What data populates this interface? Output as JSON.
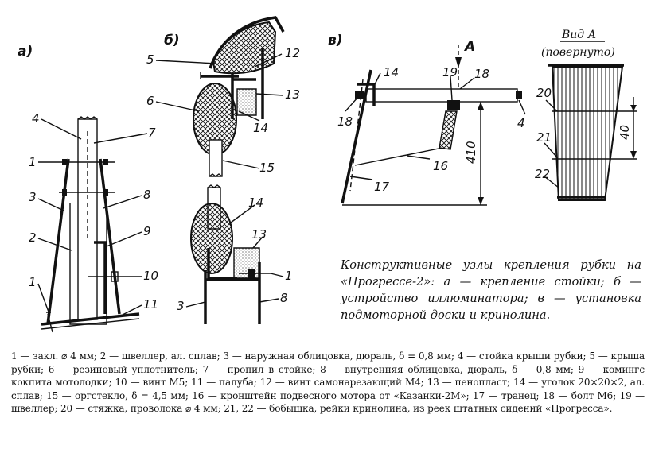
{
  "panels": {
    "a": "а)",
    "b": "б)",
    "v": "в)"
  },
  "view_a": {
    "title": "Вид А",
    "subtitle": "(повернуто)",
    "arrow_label": "А"
  },
  "labels_a": [
    "4",
    "7",
    "1",
    "3",
    "8",
    "2",
    "9",
    "10",
    "1",
    "11"
  ],
  "labels_b": [
    "5",
    "12",
    "6",
    "13",
    "14",
    "15",
    "14",
    "13",
    "1",
    "3",
    "8"
  ],
  "labels_v": [
    "14",
    "19",
    "18",
    "18",
    "4",
    "17",
    "16",
    "410"
  ],
  "labels_view_a": [
    "20",
    "21",
    "22",
    "40"
  ],
  "caption": "Конструктивные узлы крепления рубки на «Прогрессе-2»: а — крепление стойки; б — устройство иллюминатора; в — установка подмоторной доски и кринолина.",
  "legend": "1 — закл. ⌀ 4 мм; 2 — швеллер, ал. сплав; 3 — наружная облицовка, дюраль, δ = 0,8 мм; 4 — стойка крыши рубки; 5 — крыша рубки; 6 — резиновый уплотнитель; 7 — пропил в стойке; 8 — внутренняя облицовка, дюраль, δ — 0,8 мм; 9 — комингс кокпита мотолодки; 10 — винт М5; 11 — палуба; 12 — винт самонарезающий М4; 13 — пенопласт; 14 — уголок 20×20×2, ал. сплав; 15 — оргстекло, δ = 4,5 мм; 16 — кронштейн подвесного мотора от «Казанки-2М»; 17 — транец; 18 — болт М6; 19 — швеллер; 20 — стяжка, проволока ⌀ 4 мм; 21, 22 — бобышка, рейки кринолина, из реек штатных сидений «Прогресса»."
}
